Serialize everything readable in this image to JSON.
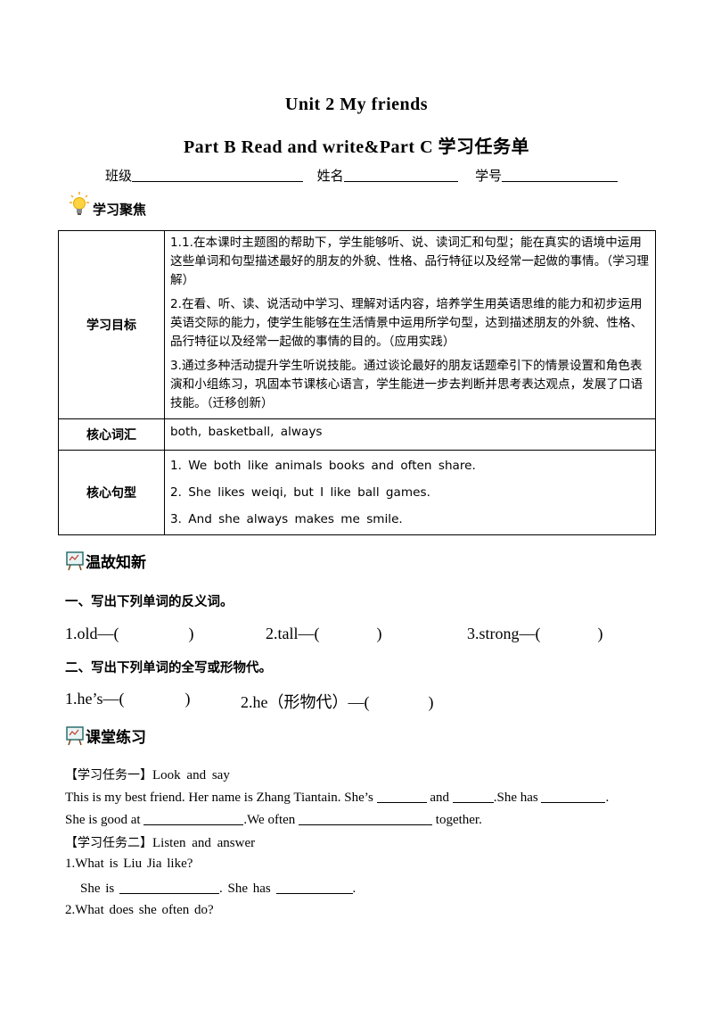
{
  "header": {
    "title": "Unit  2  My  friends",
    "subtitle": "Part B  Read  and  write&Part  C  学习任务单",
    "class_label": "班级",
    "name_label": "姓名",
    "number_label": "学号"
  },
  "focus": {
    "heading": "学习聚焦",
    "rows": {
      "goals_label": "学习目标",
      "goals": [
        "1.1.在本课时主题图的帮助下，学生能够听、说、读词汇和句型；能在真实的语境中运用这些单词和句型描述最好的朋友的外貌、性格、品行特征以及经常一起做的事情。（学习理解）",
        "2.在看、听、读、说活动中学习、理解对话内容，培养学生用英语思维的能力和初步运用英语交际的能力，使学生能够在生活情景中运用所学句型，达到描述朋友的外貌、性格、品行特征以及经常一起做的事情的目的。（应用实践）",
        "3.通过多种活动提升学生听说技能。通过谈论最好的朋友话题牵引下的情景设置和角色表演和小组练习，巩固本节课核心语言，学生能进一步去判断并思考表达观点，发展了口语技能。（迁移创新）"
      ],
      "vocab_label": "核心词汇",
      "vocab": "both,  basketball,  always",
      "sentences_label": "核心句型",
      "sentences": [
        "1.  We  both  like  animals  books  and  often  share.",
        "2.  She  likes  weiqi,  but  I  like  ball  games.",
        "3.  And  she  always  makes  me  smile."
      ]
    }
  },
  "review": {
    "heading": "温故知新",
    "q1": "一、写出下列单词的反义词。",
    "q1_items": [
      "1.old—(",
      "2.tall—(",
      "3.strong—("
    ],
    "close_paren": ")",
    "q2": "二、写出下列单词的全写或形物代。",
    "q2_items": [
      "1.he’s—(",
      "2.he（形物代）—("
    ]
  },
  "practice": {
    "heading": "课堂练习",
    "task1_label": "【学习任务一】",
    "task1_title": "Look  and  say",
    "t1_line1_a": "This is my best friend. Her name is Zhang Tiantain. She’s",
    "t1_line1_b": "and",
    "t1_line1_c": ".She has",
    "t1_line1_d": ".",
    "t1_line2_a": "She is good at",
    "t1_line2_b": ".We often",
    "t1_line2_c": "together.",
    "task2_label": "【学习任务二】",
    "task2_title": "Listen  and  answer",
    "q_1": "1.What  is  Liu  Jia  like?",
    "a_1a": "She  is",
    "a_1b": ".  She  has",
    "a_1c": ".",
    "q_2": "2.What  does  she  often  do?"
  }
}
